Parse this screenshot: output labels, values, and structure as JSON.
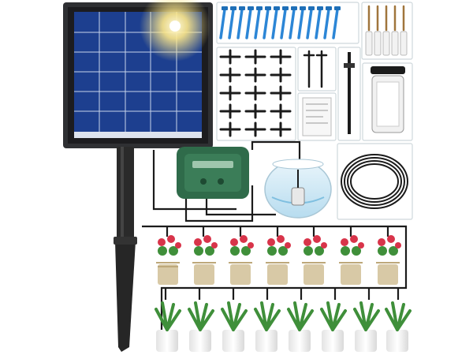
{
  "image": {
    "subject": "solar-powered-drip-irrigation-kit",
    "background": "#ffffff",
    "colors": {
      "panel_frame": "#2f3033",
      "panel_cell": "#1d3f8f",
      "sun_glow": "#fff3b0",
      "pump_green": "#2f6b4a",
      "tube_black": "#1b1b1b",
      "stake_blue": "#2c86d6",
      "pot_white": "#f4f4f4",
      "pot_tan": "#d8c9a6",
      "flower_red": "#d8344a",
      "leaf_green": "#3f8f3a",
      "box_border": "#cfd8dc"
    },
    "accessories": {
      "drip_stakes": 14,
      "screws": 5,
      "tee_connectors": 15
    },
    "plants": {
      "flowering_pots": 7,
      "leafy_pots": 8
    }
  }
}
